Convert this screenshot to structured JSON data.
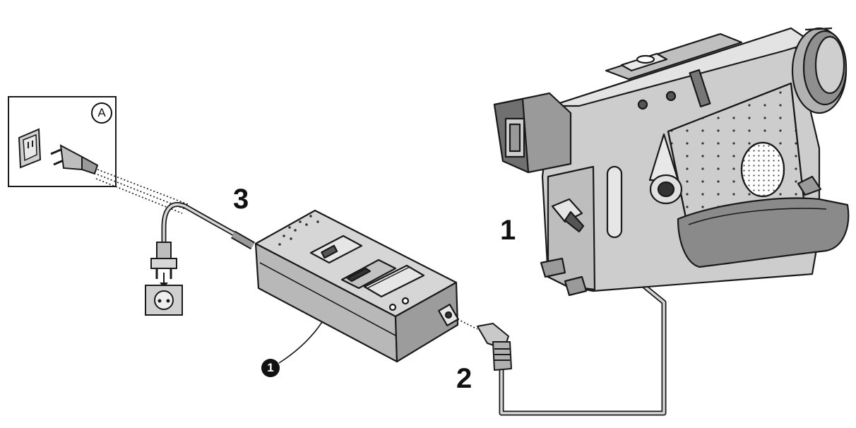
{
  "labels": {
    "step_1": "1",
    "step_2": "2",
    "step_3": "3",
    "inset_tag": "A",
    "part_badge": "1"
  },
  "colors": {
    "line": "#1a1a1a",
    "body_light": "#d6d6d6",
    "body_mid": "#b4b4b4",
    "body_dark": "#8e8e8e",
    "paper": "#ffffff"
  },
  "icons": {
    "outlet_inset": "wall-outlet-icon",
    "plug": "plug-icon",
    "socket": "socket-icon",
    "camcorder": "camcorder-icon",
    "adapter": "ac-adaptor-icon"
  }
}
